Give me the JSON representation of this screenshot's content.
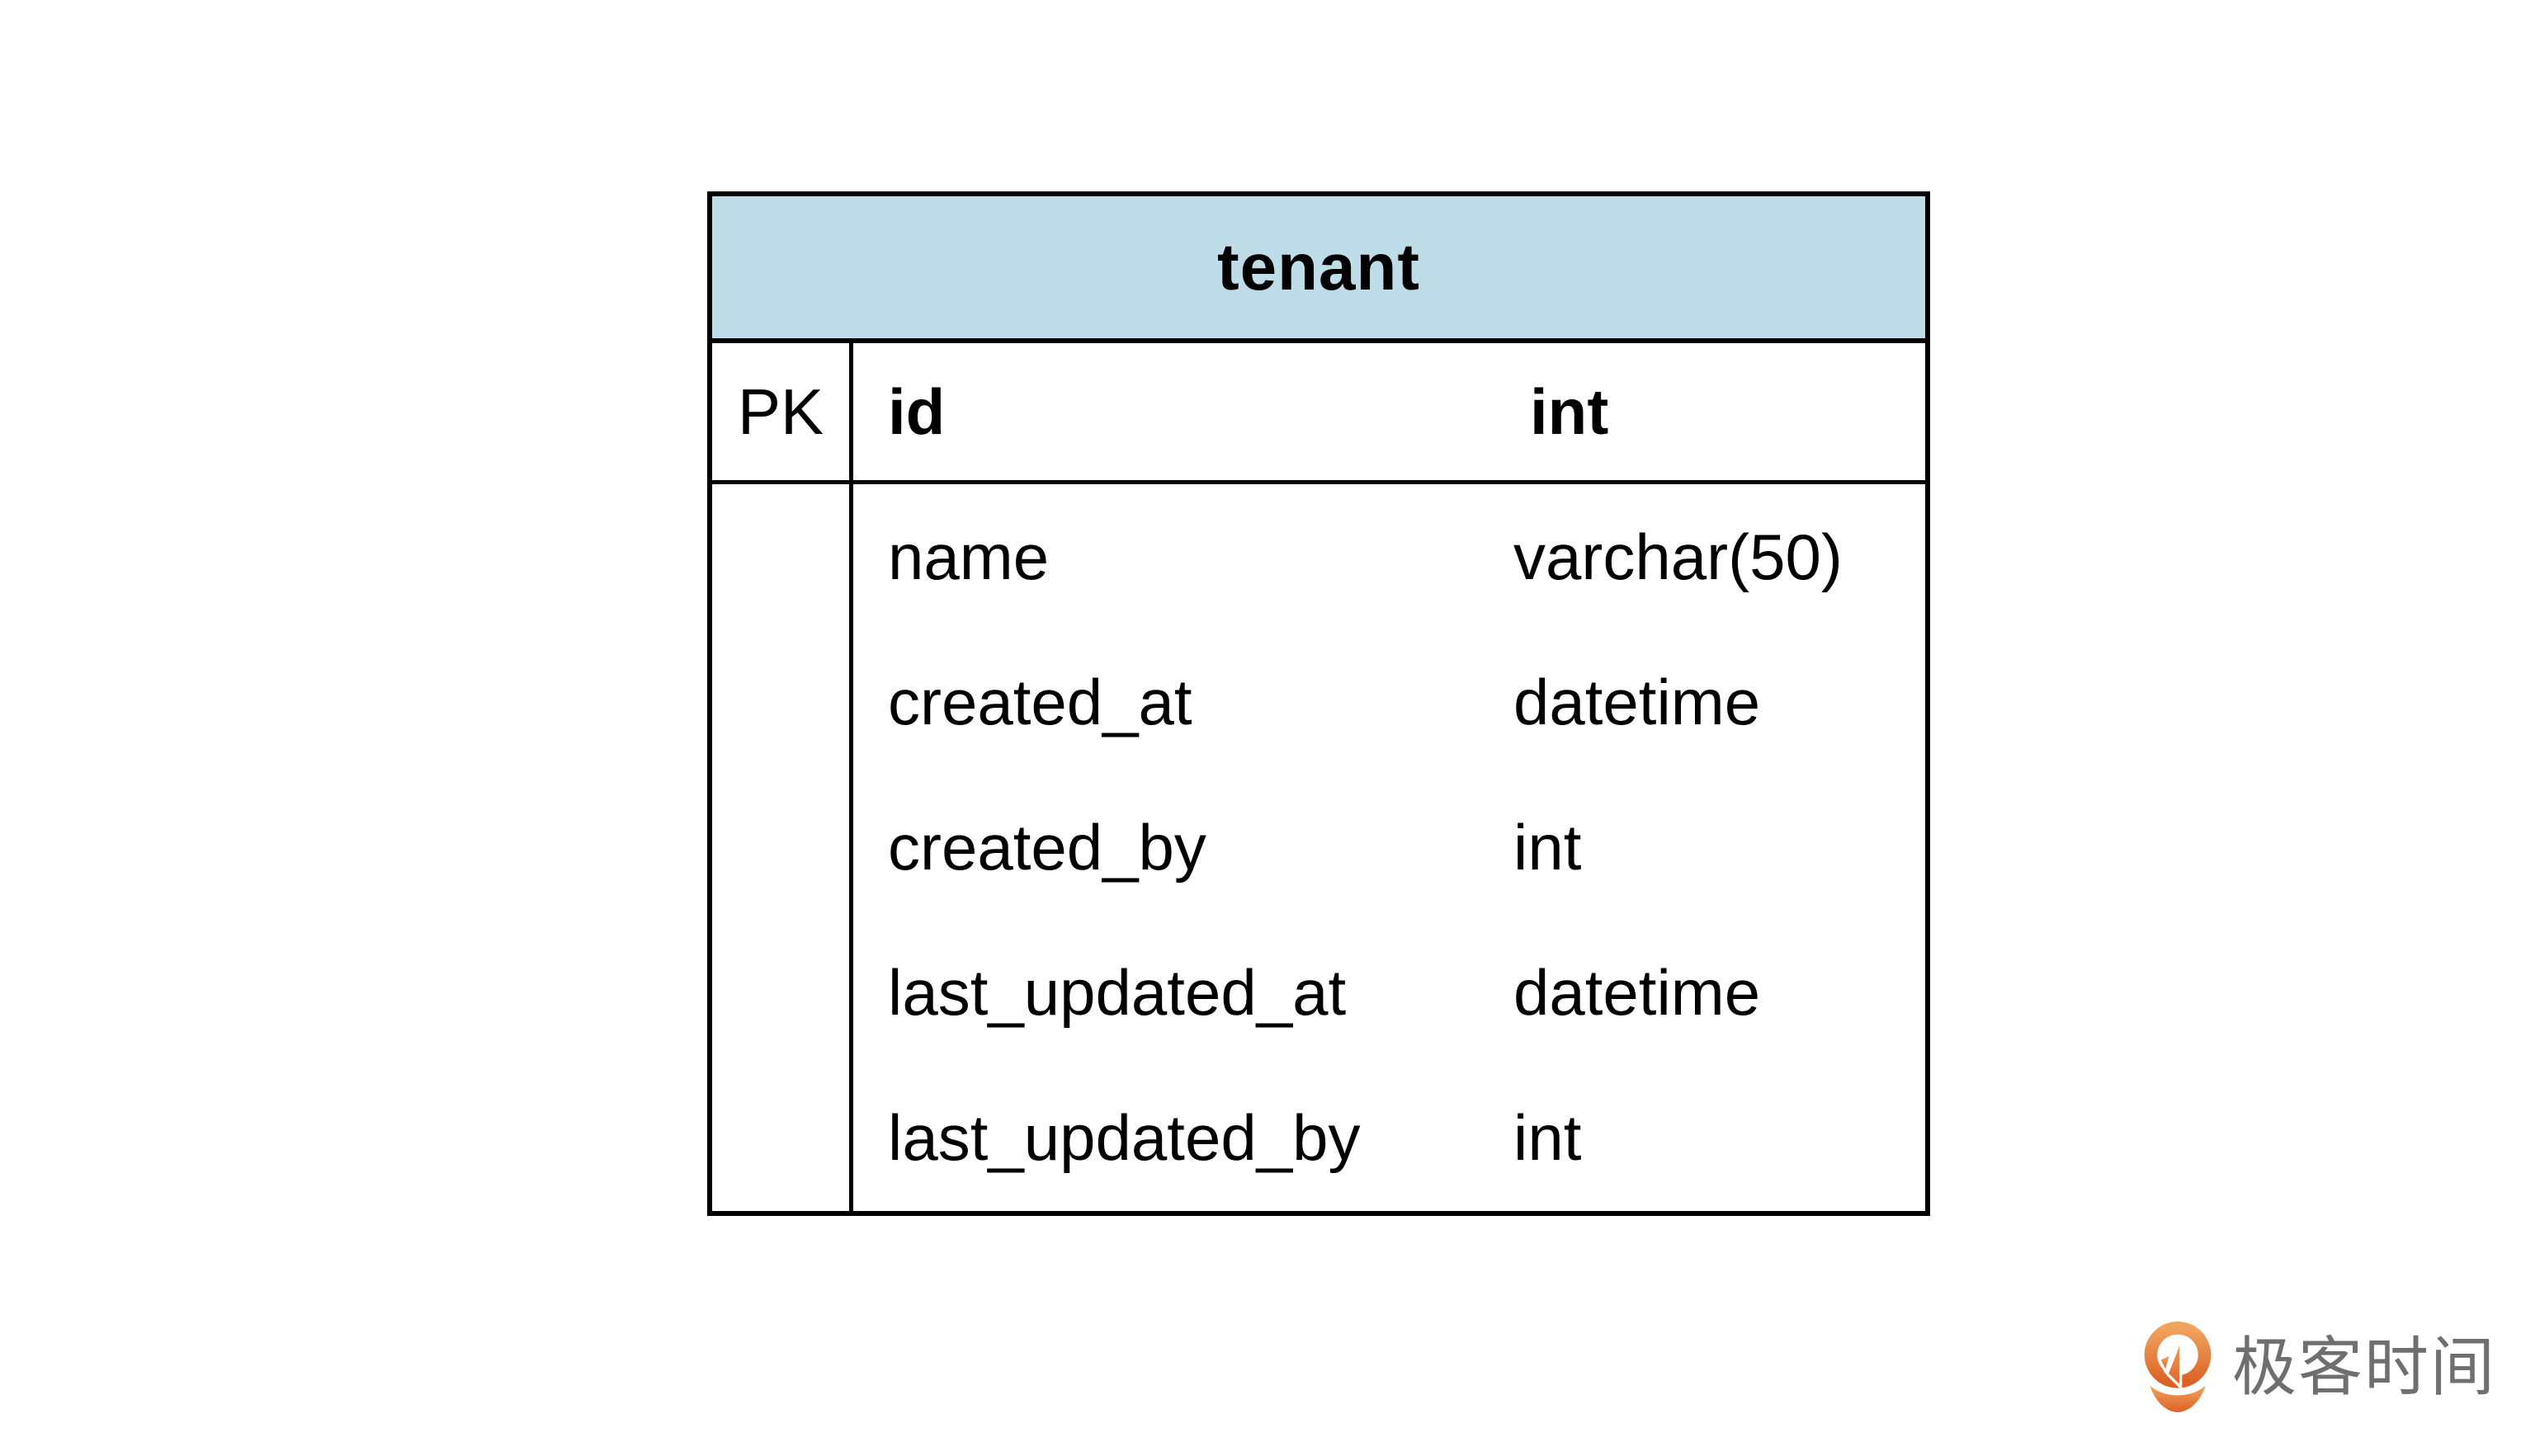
{
  "entity": {
    "title": "tenant",
    "primary_row": {
      "key": "PK",
      "name": "id",
      "type": "int"
    },
    "attribute_rows": [
      {
        "name": "name",
        "type": "varchar(50)"
      },
      {
        "name": "created_at",
        "type": "datetime"
      },
      {
        "name": "created_by",
        "type": "int"
      },
      {
        "name": "last_updated_at",
        "type": "datetime"
      },
      {
        "name": "last_updated_by",
        "type": "int"
      }
    ]
  },
  "branding": {
    "logo_text": "极客时间"
  },
  "colors": {
    "header_bg": "#bedde9",
    "border": "#000000",
    "text": "#000000",
    "logo_text": "#6f6f6f",
    "logo_orange_light": "#f2a45f",
    "logo_orange_dark": "#dc6226"
  }
}
